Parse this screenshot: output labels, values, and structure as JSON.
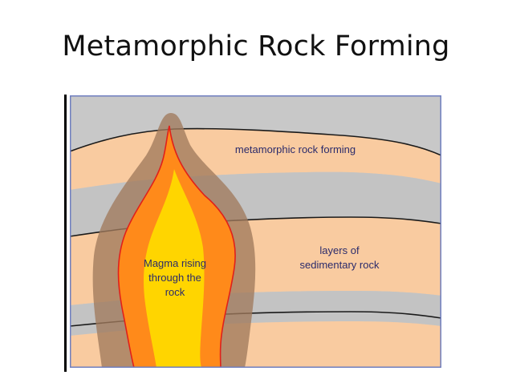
{
  "slide": {
    "title": "Metamorphic Rock Forming"
  },
  "diagram": {
    "labels": {
      "metamorphic": "metamorphic rock forming",
      "layers_line1": "layers of",
      "layers_line2": "sedimentary rock",
      "magma_line1": "Magma rising",
      "magma_line2": "through the",
      "magma_line3": "rock"
    },
    "colors": {
      "sky_grey": "#c8c8c8",
      "sediment_tan": "#f9cba0",
      "sediment_grey": "#c3c3c3",
      "metamorphic_halo": "#a07a5c",
      "magma_outer": "#ff8a1a",
      "magma_inner": "#ffd500",
      "magma_edge": "#e0201a",
      "frame": "#6f7fc0"
    }
  }
}
